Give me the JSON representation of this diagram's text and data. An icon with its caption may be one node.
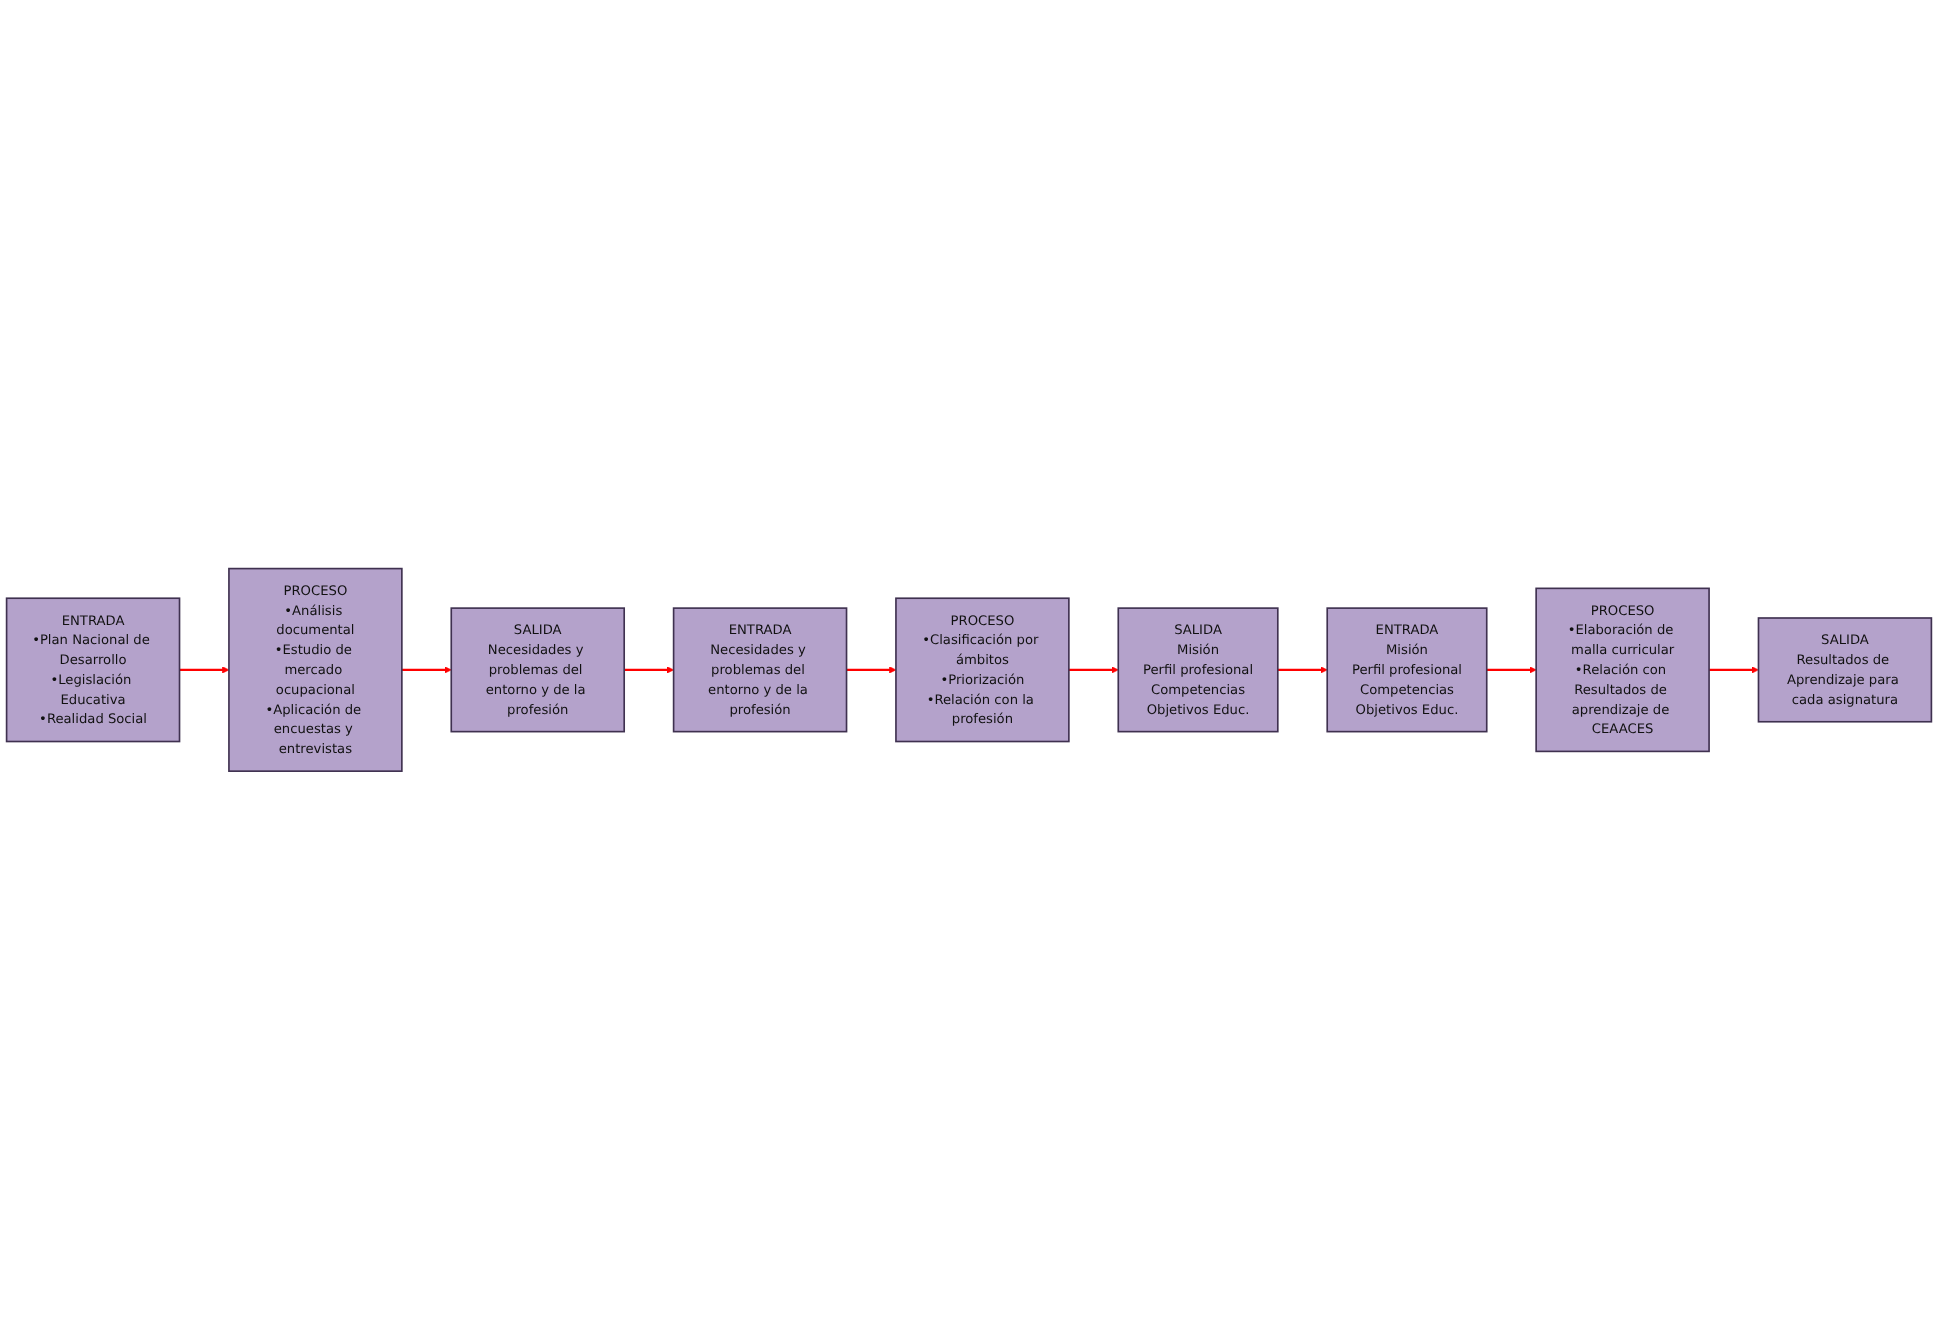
{
  "diagram": {
    "nodes": [
      {
        "text": [
          "ENTRADA",
          "•Plan Nacional de Desarrollo",
          "•Legislación Educativa",
          "•Realidad Social"
        ]
      },
      {
        "text": [
          "PROCESO",
          "•Análisis documental",
          "•Estudio de mercado ocupacional",
          "•Aplicación de encuestas y entrevistas"
        ]
      },
      {
        "text": [
          "SALIDA",
          "Necesidades y problemas del entorno y de la profesión"
        ]
      },
      {
        "text": [
          "ENTRADA",
          "Necesidades y problemas del entorno y de la profesión"
        ]
      },
      {
        "text": [
          "PROCESO",
          "•Clasificación por ámbitos",
          "•Priorización",
          "•Relación con la profesión"
        ]
      },
      {
        "text": [
          "SALIDA",
          "Misión",
          "Perfil profesional",
          "Competencias",
          "Objetivos Educ."
        ]
      },
      {
        "text": [
          "ENTRADA",
          "Misión",
          "Perfil profesional",
          "Competencias",
          "Objetivos Educ."
        ]
      },
      {
        "text": [
          "PROCESO",
          "•Elaboración de malla curricular",
          "•Relación con Resultados de aprendizaje de CEAACES"
        ]
      },
      {
        "text": [
          "SALIDA",
          "Resultados de Aprendizaje para cada asignatura"
        ]
      }
    ],
    "edges": [
      {
        "from": 0,
        "to": 1,
        "arrow": "to"
      },
      {
        "from": 1,
        "to": 2,
        "arrow": "to"
      },
      {
        "from": 2,
        "to": 3,
        "arrow": "to"
      },
      {
        "from": 3,
        "to": 4,
        "arrow": "to"
      },
      {
        "from": 4,
        "to": 5,
        "arrow": "to"
      },
      {
        "from": 5,
        "to": 6,
        "arrow": "to"
      },
      {
        "from": 6,
        "to": 7,
        "arrow": "to"
      },
      {
        "from": 7,
        "to": 8,
        "arrow": "to"
      }
    ]
  }
}
